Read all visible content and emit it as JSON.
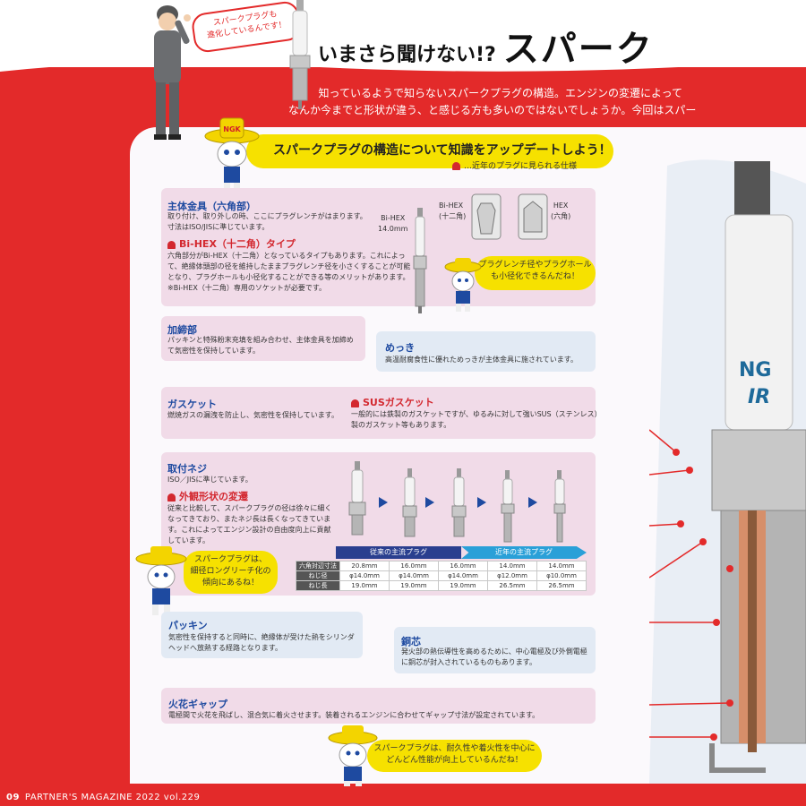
{
  "header": {
    "bubble_line1": "スパークプラグも",
    "bubble_line2": "進化しているんです！",
    "title_small": "いまさら聞けない!?",
    "title_big": "スパーク"
  },
  "intro": [
    "知っているようで知らないスパークプラグの構造。エンジンの変遷によって",
    "なんか今までと形状が違う、と感じる方も多いのではないでしょうか。今回はスパー"
  ],
  "banner": {
    "title": "スパークプラグの構造について知識をアップデートしよう！",
    "legend": "…近年のプラグに見られる仕様"
  },
  "sections": {
    "shutai": {
      "title": "主体金具（六角部）",
      "text": [
        "取り付け、取り外しの時、ここにプラグレンチがはまります。",
        "寸法はISO/JISに準じています。"
      ],
      "sub_title": "Bi-HEX（十二角）タイプ",
      "sub_text": [
        "六角部分がBi-HEX（十二角）となっているタイプもあります。これによっ",
        "て、絶縁体頭部の径を維持したままプラグレンチ径を小さくすることが可能",
        "となり、プラグホールも小径化することができる等のメリットがあります。",
        "※Bi-HEX（十二角）専用のソケットが必要です。"
      ],
      "bihex_label": "Bi-HEX",
      "bihex_size": "14.0mm",
      "bihex_icon_label1": "Bi-HEX",
      "bihex_icon_label2": "(十二角)",
      "hex_icon_label1": "HEX",
      "hex_icon_label2": "(六角)",
      "bubble": [
        "プラグレンチ径やプラグホール",
        "も小径化できるんだね！"
      ]
    },
    "kashime": {
      "title": "加締部",
      "text": [
        "パッキンと特殊粉末充填を組み合わせ、主体金具を加締め",
        "て気密性を保持しています。"
      ]
    },
    "mekki": {
      "title": "めっき",
      "text": [
        "高温耐腐食性に優れためっきが主体金具に施されています。"
      ]
    },
    "gasket": {
      "title": "ガスケット",
      "text": [
        "燃焼ガスの漏洩を防止し、気密性を保持しています。"
      ],
      "sub_title": "SUSガスケット",
      "sub_text": [
        "一般的には鉄製のガスケットですが、ゆるみに対して強いSUS（ステンレス）",
        "製のガスケット等もあります。"
      ]
    },
    "neji": {
      "title": "取付ネジ",
      "text": [
        "ISO／JISに準じています。"
      ],
      "sub_title": "外観形状の変遷",
      "sub_text": [
        "従来と比較して、スパークプラグの径は徐々に細く",
        "なってきており、またネジ長は長くなってきていま",
        "す。これによってエンジン設計の自由度向上に貢献",
        "しています。"
      ],
      "bubble": [
        "スパークプラグは、",
        "細径ロングリーチ化の",
        "傾向にあるね！"
      ]
    },
    "packing": {
      "title": "パッキン",
      "text": [
        "気密性を保持すると同時に、絶縁体が受けた熱をシリンダ",
        "ヘッドへ放熱する経路となります。"
      ]
    },
    "doushin": {
      "title": "銅芯",
      "text": [
        "発火部の熱伝導性を高めるために、中心電極及び外側電極",
        "に銅芯が封入されているものもあります。"
      ]
    },
    "gap": {
      "title": "火花ギャップ",
      "text": [
        "電極間で火花を飛ばし、混合気に着火させます。装着されるエンジンに合わせてギャップ寸法が設定されています。"
      ],
      "bubble": [
        "スパークプラグは、耐久性や着火性を中心に",
        "どんどん性能が向上しているんだね！"
      ]
    }
  },
  "spec_table": {
    "header_old": "従来の主流プラグ",
    "header_new": "近年の主流プラグ",
    "rows": [
      {
        "label": "六角対辺寸法",
        "values": [
          "20.8mm",
          "16.0mm",
          "16.0mm",
          "14.0mm",
          "14.0mm"
        ]
      },
      {
        "label": "ねじ径",
        "values": [
          "φ14.0mm",
          "φ14.0mm",
          "φ14.0mm",
          "φ12.0mm",
          "φ10.0mm"
        ]
      },
      {
        "label": "ねじ長",
        "values": [
          "19.0mm",
          "19.0mm",
          "19.0mm",
          "26.5mm",
          "26.5mm"
        ]
      }
    ]
  },
  "plug_brand": "NGK",
  "plug_text_partial": [
    "NG",
    "IR"
  ],
  "footer": {
    "page": "09",
    "magazine": "PARTNER'S MAGAZINE 2022 vol.229"
  },
  "colors": {
    "accent_red": "#e32a2a",
    "banner_yellow": "#f6e100",
    "pink_section": "#f1dbe8",
    "blue_section": "#e2eaf4",
    "title_blue": "#1e4aa0"
  }
}
